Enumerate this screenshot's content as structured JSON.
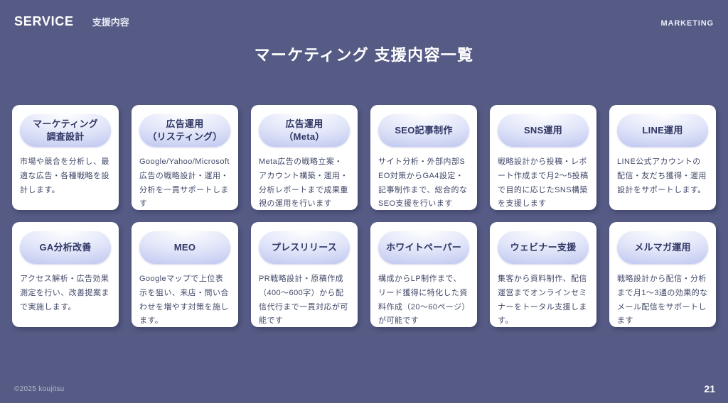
{
  "header": {
    "brand": "SERVICE",
    "subtitle": "支援内容",
    "tag": "MARKETING"
  },
  "title": "マーケティング 支援内容一覧",
  "cards": [
    {
      "title": "マーケティング\n調査設計",
      "body": "市場や競合を分析し、最適な広告・各種戦略を設計します。"
    },
    {
      "title": "広告運用\n（リスティング）",
      "body": "Google/Yahoo/Microsoft広告の戦略設計・運用・分析を一貫サポートします"
    },
    {
      "title": "広告運用\n（Meta）",
      "body": "Meta広告の戦略立案・アカウント構築・運用・分析レポートまで成果重視の運用を行います"
    },
    {
      "title": "SEO記事制作",
      "body": "サイト分析・外部内部SEO対策からGA4設定・記事制作まで、総合的なSEO支援を行います"
    },
    {
      "title": "SNS運用",
      "body": "戦略設計から投稿・レポート作成まで月2〜5投稿で目的に応じたSNS構築を支援します"
    },
    {
      "title": "LINE運用",
      "body": "LINE公式アカウントの配信・友だち獲得・運用設計をサポートします。"
    },
    {
      "title": "GA分析改善",
      "body": "アクセス解析・広告効果測定を行い、改善提案まで実施します。"
    },
    {
      "title": "MEO",
      "body": "Googleマップで上位表示を狙い、来店・問い合わせを増やす対策を施します。"
    },
    {
      "title": "プレスリリース",
      "body": "PR戦略設計・原稿作成（400〜600字）から配信代行まで一貫対応が可能です"
    },
    {
      "title": "ホワイトペーパー",
      "body": "構成からLP制作まで、リード獲得に特化した資料作成（20〜60ページ）が可能です"
    },
    {
      "title": "ウェビナー支援",
      "body": "集客から資料制作、配信運営までオンラインセミナーをトータル支援します。"
    },
    {
      "title": "メルマガ運用",
      "body": "戦略設計から配信・分析まで月1〜3通の効果的なメール配信をサポートします"
    }
  ],
  "footer": {
    "copyright": "©2025 koujitsu",
    "page": "21"
  },
  "colors": {
    "background": "#565b85",
    "card": "#ffffff",
    "pill_gradient_top": "#ffffff",
    "pill_gradient_bottom": "#a9b2e8",
    "pill_text": "#2f3663",
    "body_text": "#414868"
  }
}
